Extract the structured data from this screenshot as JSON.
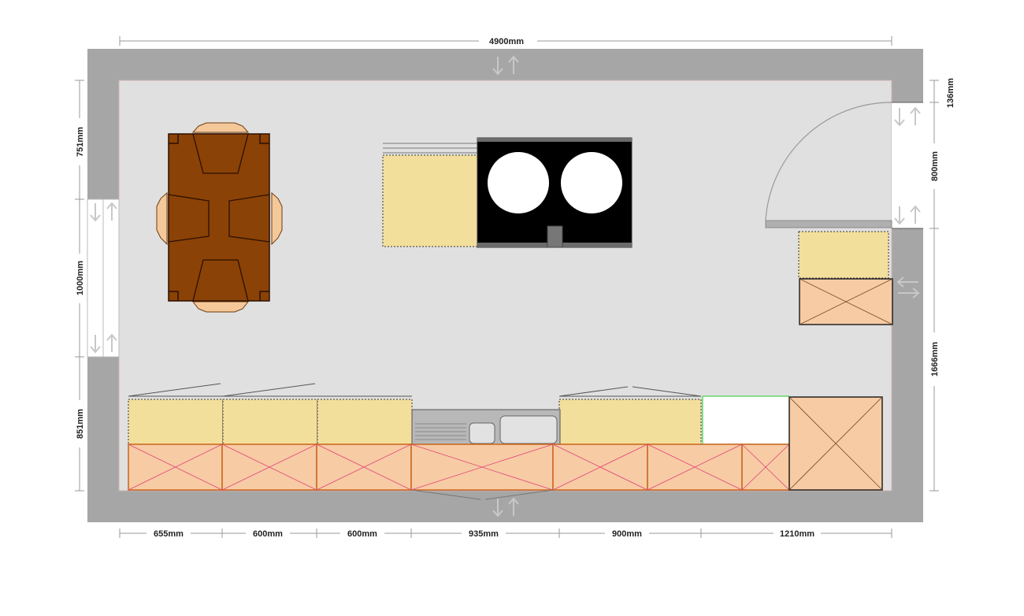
{
  "dimensions": {
    "top_total": "4900mm",
    "bottom_segments": [
      "655mm",
      "600mm",
      "600mm",
      "935mm",
      "900mm",
      "1210mm"
    ],
    "left_segments": [
      "751mm",
      "1000mm",
      "851mm"
    ],
    "right_segments": [
      "136mm",
      "800mm",
      "1666mm"
    ]
  },
  "colors": {
    "wall": "#a6a6a6",
    "floor": "#e0e0e0",
    "wall_unit": "#f3df9c",
    "base_unit": "#f7cba4",
    "base_unit_cross": "#e0437a",
    "table": "#8b4206",
    "chair": "#f5c89a",
    "hob": "#000000"
  }
}
